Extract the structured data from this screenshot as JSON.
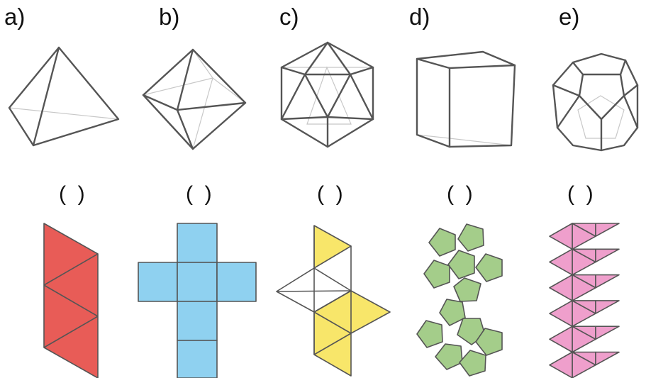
{
  "labels": [
    "a)",
    "b)",
    "c)",
    "d)",
    "e)"
  ],
  "blanks": [
    "(  )",
    "(  )",
    "(  )",
    "(  )",
    "(  )"
  ],
  "colors": {
    "tetra_net": "#e85c57",
    "cube_net": "#8fd1f0",
    "octa_net": "#f8e66a",
    "dodeca_net": "#a4cd8a",
    "icosa_net": "#ef9fcc",
    "edge": "#555555"
  }
}
